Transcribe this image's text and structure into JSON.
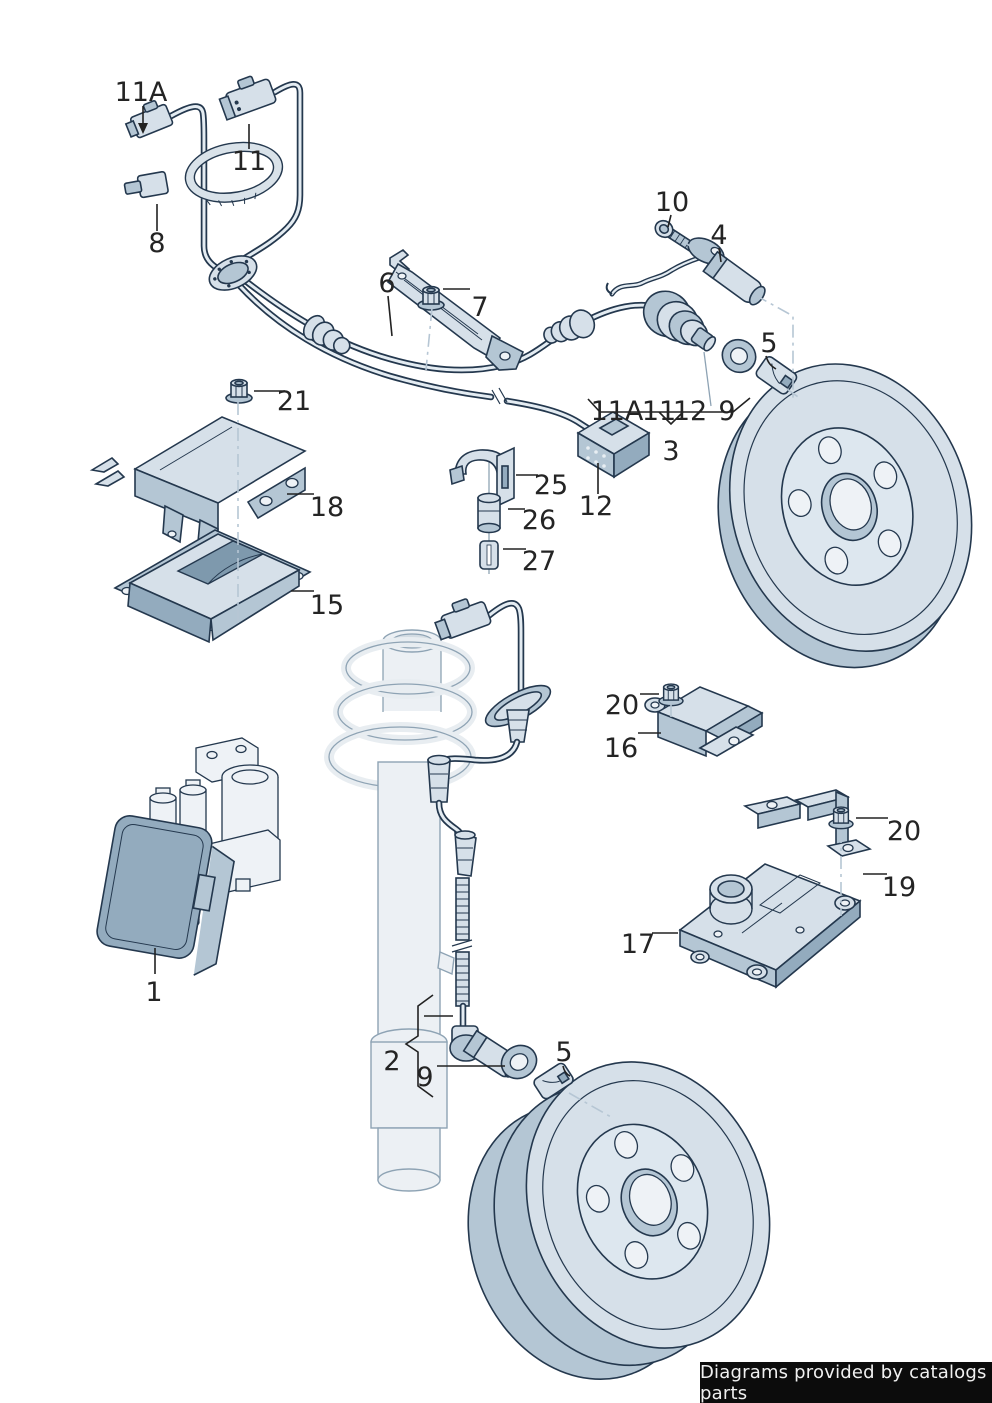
{
  "footer": {
    "text": "Diagrams provided by catalogs parts"
  },
  "colors": {
    "outline": "#24384e",
    "fill_light": "#d6e0e9",
    "fill_mid": "#b4c6d4",
    "fill_dark": "#93abbe",
    "dash_line": "#b6c6d4",
    "footer_bg": "#0c0c0c",
    "footer_text": "#f0f0f0"
  },
  "labels": [
    {
      "text": "11A"
    },
    {
      "text": "11"
    },
    {
      "text": "8"
    },
    {
      "text": "6"
    },
    {
      "text": "7"
    },
    {
      "text": "10"
    },
    {
      "text": "4"
    },
    {
      "text": "5"
    },
    {
      "text": "21"
    },
    {
      "text": "18"
    },
    {
      "text": "15"
    },
    {
      "text": "25"
    },
    {
      "text": "26"
    },
    {
      "text": "27"
    },
    {
      "text": "12"
    },
    {
      "text": "11A"
    },
    {
      "text": "11"
    },
    {
      "text": "12"
    },
    {
      "text": "9"
    },
    {
      "text": "3"
    },
    {
      "text": "20"
    },
    {
      "text": "16"
    },
    {
      "text": "20"
    },
    {
      "text": "19"
    },
    {
      "text": "17"
    },
    {
      "text": "1"
    },
    {
      "text": "2"
    },
    {
      "text": "9"
    },
    {
      "text": "5"
    }
  ]
}
